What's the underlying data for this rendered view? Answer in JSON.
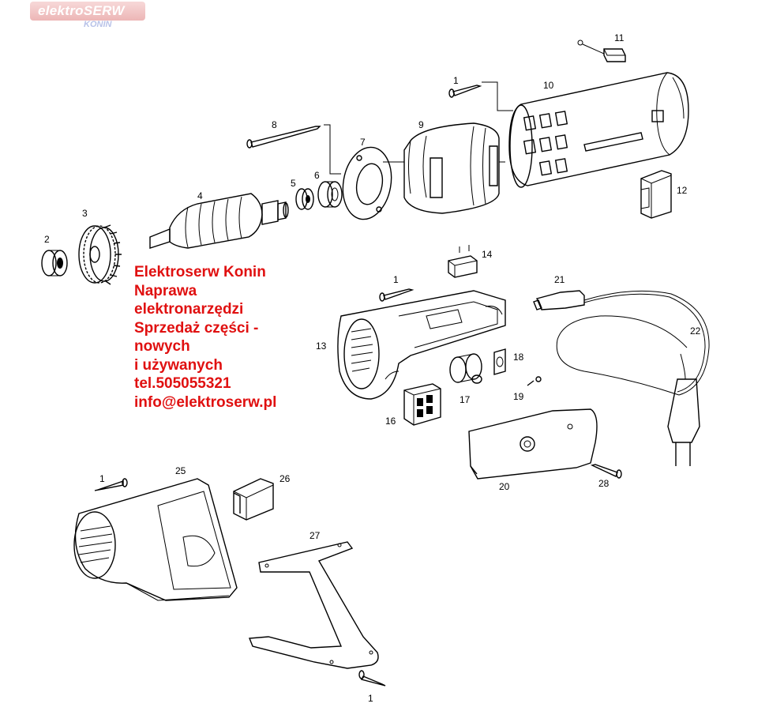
{
  "logo": {
    "brand": "elektroSERW",
    "city": "KONIN"
  },
  "advert": {
    "lines": [
      "Elektroserw Konin",
      "Naprawa",
      "elektronarzędzi",
      "Sprzedaż części -",
      "nowych",
      "i używanych",
      "tel.505055321",
      "info@elektroserw.pl"
    ]
  },
  "part_labels": [
    "1",
    "2",
    "3",
    "4",
    "5",
    "6",
    "7",
    "8",
    "9",
    "10",
    "11",
    "12",
    "13",
    "14",
    "1",
    "21",
    "22",
    "18",
    "17",
    "19",
    "16",
    "20",
    "28",
    "1",
    "25",
    "26",
    "27",
    "1"
  ],
  "colors": {
    "advert_text": "#e01010",
    "line_art": "#000000"
  }
}
